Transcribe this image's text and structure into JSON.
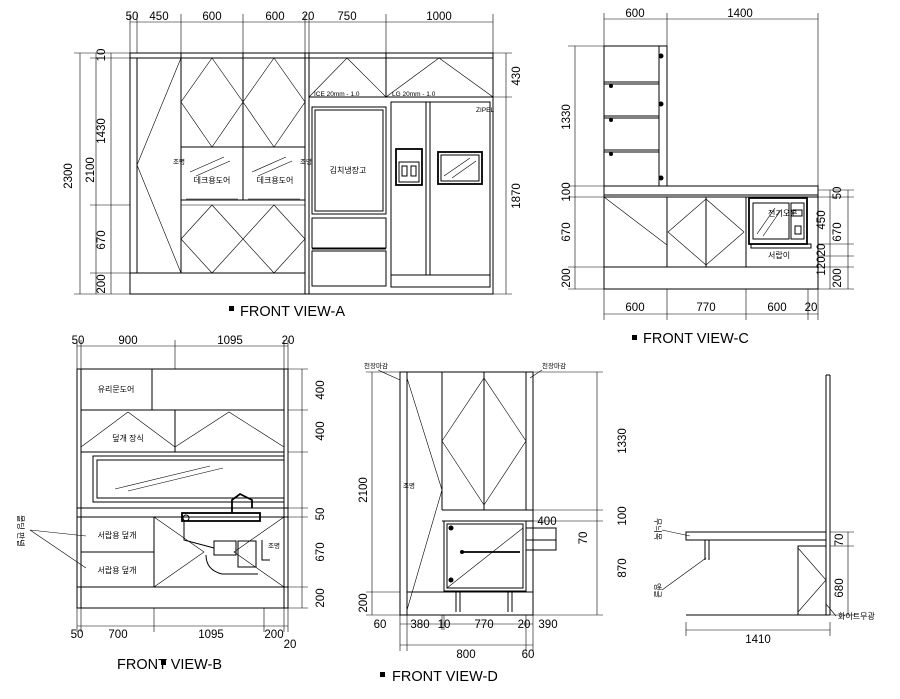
{
  "views": {
    "a": {
      "title": "FRONT VIEW-A",
      "dims_top": [
        "50",
        "450",
        "600",
        "600",
        "20",
        "750",
        "1000"
      ],
      "dims_left_outer": "2300",
      "dims_left_mid": [
        "10",
        "1430",
        "2100",
        "670",
        "200"
      ],
      "dims_right": [
        "430",
        "1870"
      ],
      "notes": {
        "fridge_left_top": "ICE 20mm - 1.0",
        "fridge_right_top": "LG 20mm - 1.0",
        "glass_left": "데크용도어",
        "glass_right": "데크용도어",
        "kimchi": "김치냉장고",
        "side_left": "조명",
        "side_right": "조명",
        "brand": "ZIPEL"
      }
    },
    "b": {
      "title": "FRONT VIEW-B",
      "dims_top": [
        "50",
        "900",
        "1095",
        "20"
      ],
      "dims_right": [
        "400",
        "400",
        "50",
        "670",
        "200"
      ],
      "dims_bottom": [
        "50",
        "700",
        "1095",
        "200",
        "20"
      ],
      "notes": {
        "upper_door": "유리문도어",
        "mid_door": "덮개 장식",
        "drawer_1": "서랍용 덮개",
        "drawer_2": "서랍용 덮개",
        "side": "조명",
        "label_left": "몰딩 판넬"
      }
    },
    "c": {
      "title": "FRONT VIEW-C",
      "dims_top": [
        "600",
        "1400"
      ],
      "dims_left": [
        "1330",
        "100",
        "670",
        "200"
      ],
      "dims_right": [
        "50",
        "450",
        "670",
        "20",
        "120",
        "200"
      ],
      "dims_bottom": [
        "600",
        "770",
        "600",
        "20"
      ],
      "notes": {
        "oven": "전기오븐",
        "drawer": "서랍이"
      }
    },
    "d": {
      "title": "FRONT VIEW-D",
      "dims_left": [
        "2100",
        "200"
      ],
      "dims_right": [
        "1330",
        "100",
        "870",
        "400",
        "70"
      ],
      "dims_bottom": [
        "60",
        "380",
        "10",
        "770",
        "800",
        "20",
        "390",
        "60"
      ],
      "notes": {
        "top_left": "천장마감",
        "top_right": "천장마감",
        "side": "조명"
      }
    },
    "e": {
      "dims_right": [
        "70",
        "680"
      ],
      "dims_bottom": "1410",
      "labels": {
        "left_top": "무늬목",
        "left_bottom": "앵글",
        "right_bottom": "화이트무광"
      }
    }
  }
}
